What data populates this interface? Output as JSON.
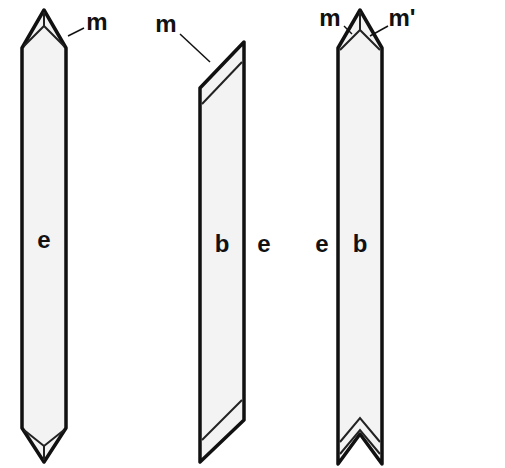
{
  "diagram": {
    "labels": [
      "m",
      "e",
      "m",
      "b",
      "e",
      "m",
      "m'",
      "e",
      "b"
    ]
  }
}
